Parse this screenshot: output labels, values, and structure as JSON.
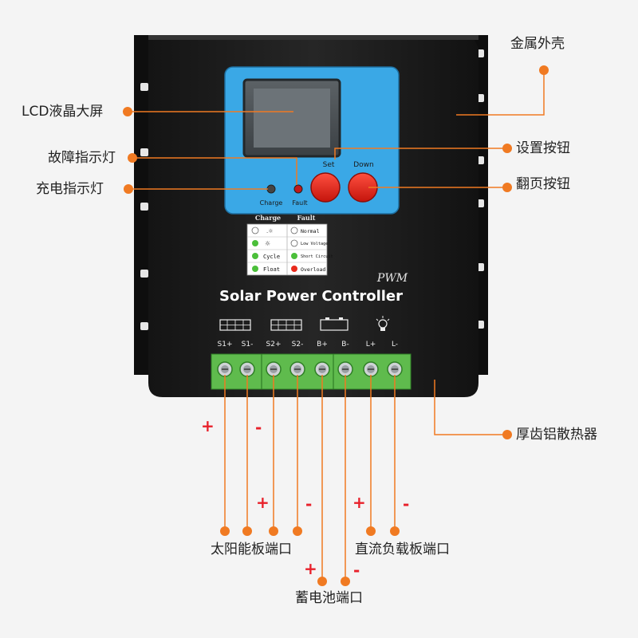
{
  "callouts": {
    "metal_case": "金属外壳",
    "lcd_screen": "LCD液晶大屏",
    "fault_indicator": "故障指示灯",
    "set_button": "设置按钮",
    "charge_indicator": "充电指示灯",
    "page_button": "翻页按钮",
    "heatsink": "厚齿铝散热器",
    "solar_port": "太阳能板端口",
    "load_port": "直流负载板端口",
    "battery_port": "蓄电池端口"
  },
  "device": {
    "brand_line": "Solar Power Controller",
    "mode": "PWM",
    "set_label": "Set",
    "down_label": "Down",
    "charge_led_label": "Charge",
    "fault_led_label": "Fault",
    "legend": {
      "charge_header": "Charge",
      "fault_header": "Fault",
      "rows": [
        {
          "fault": "Normal"
        },
        {
          "fault": "Low Voltage"
        },
        {
          "charge": "Cycle",
          "fault": "Short Circuit"
        },
        {
          "charge": "Float",
          "fault": "Overload"
        }
      ]
    },
    "terminals": [
      "S1+",
      "S1-",
      "S2+",
      "S2-",
      "B+",
      "B-",
      "L+",
      "L-"
    ]
  },
  "signs": {
    "plus": "+",
    "minus": "-"
  },
  "colors": {
    "callout_line": "#f07a22",
    "dot": "#f07a22",
    "body": "#1c1c1c",
    "lcd_bezel": "#3aa8e6",
    "button": "#e82a1c",
    "terminal_block": "#5fbb4d",
    "sign": "#e8202a"
  }
}
